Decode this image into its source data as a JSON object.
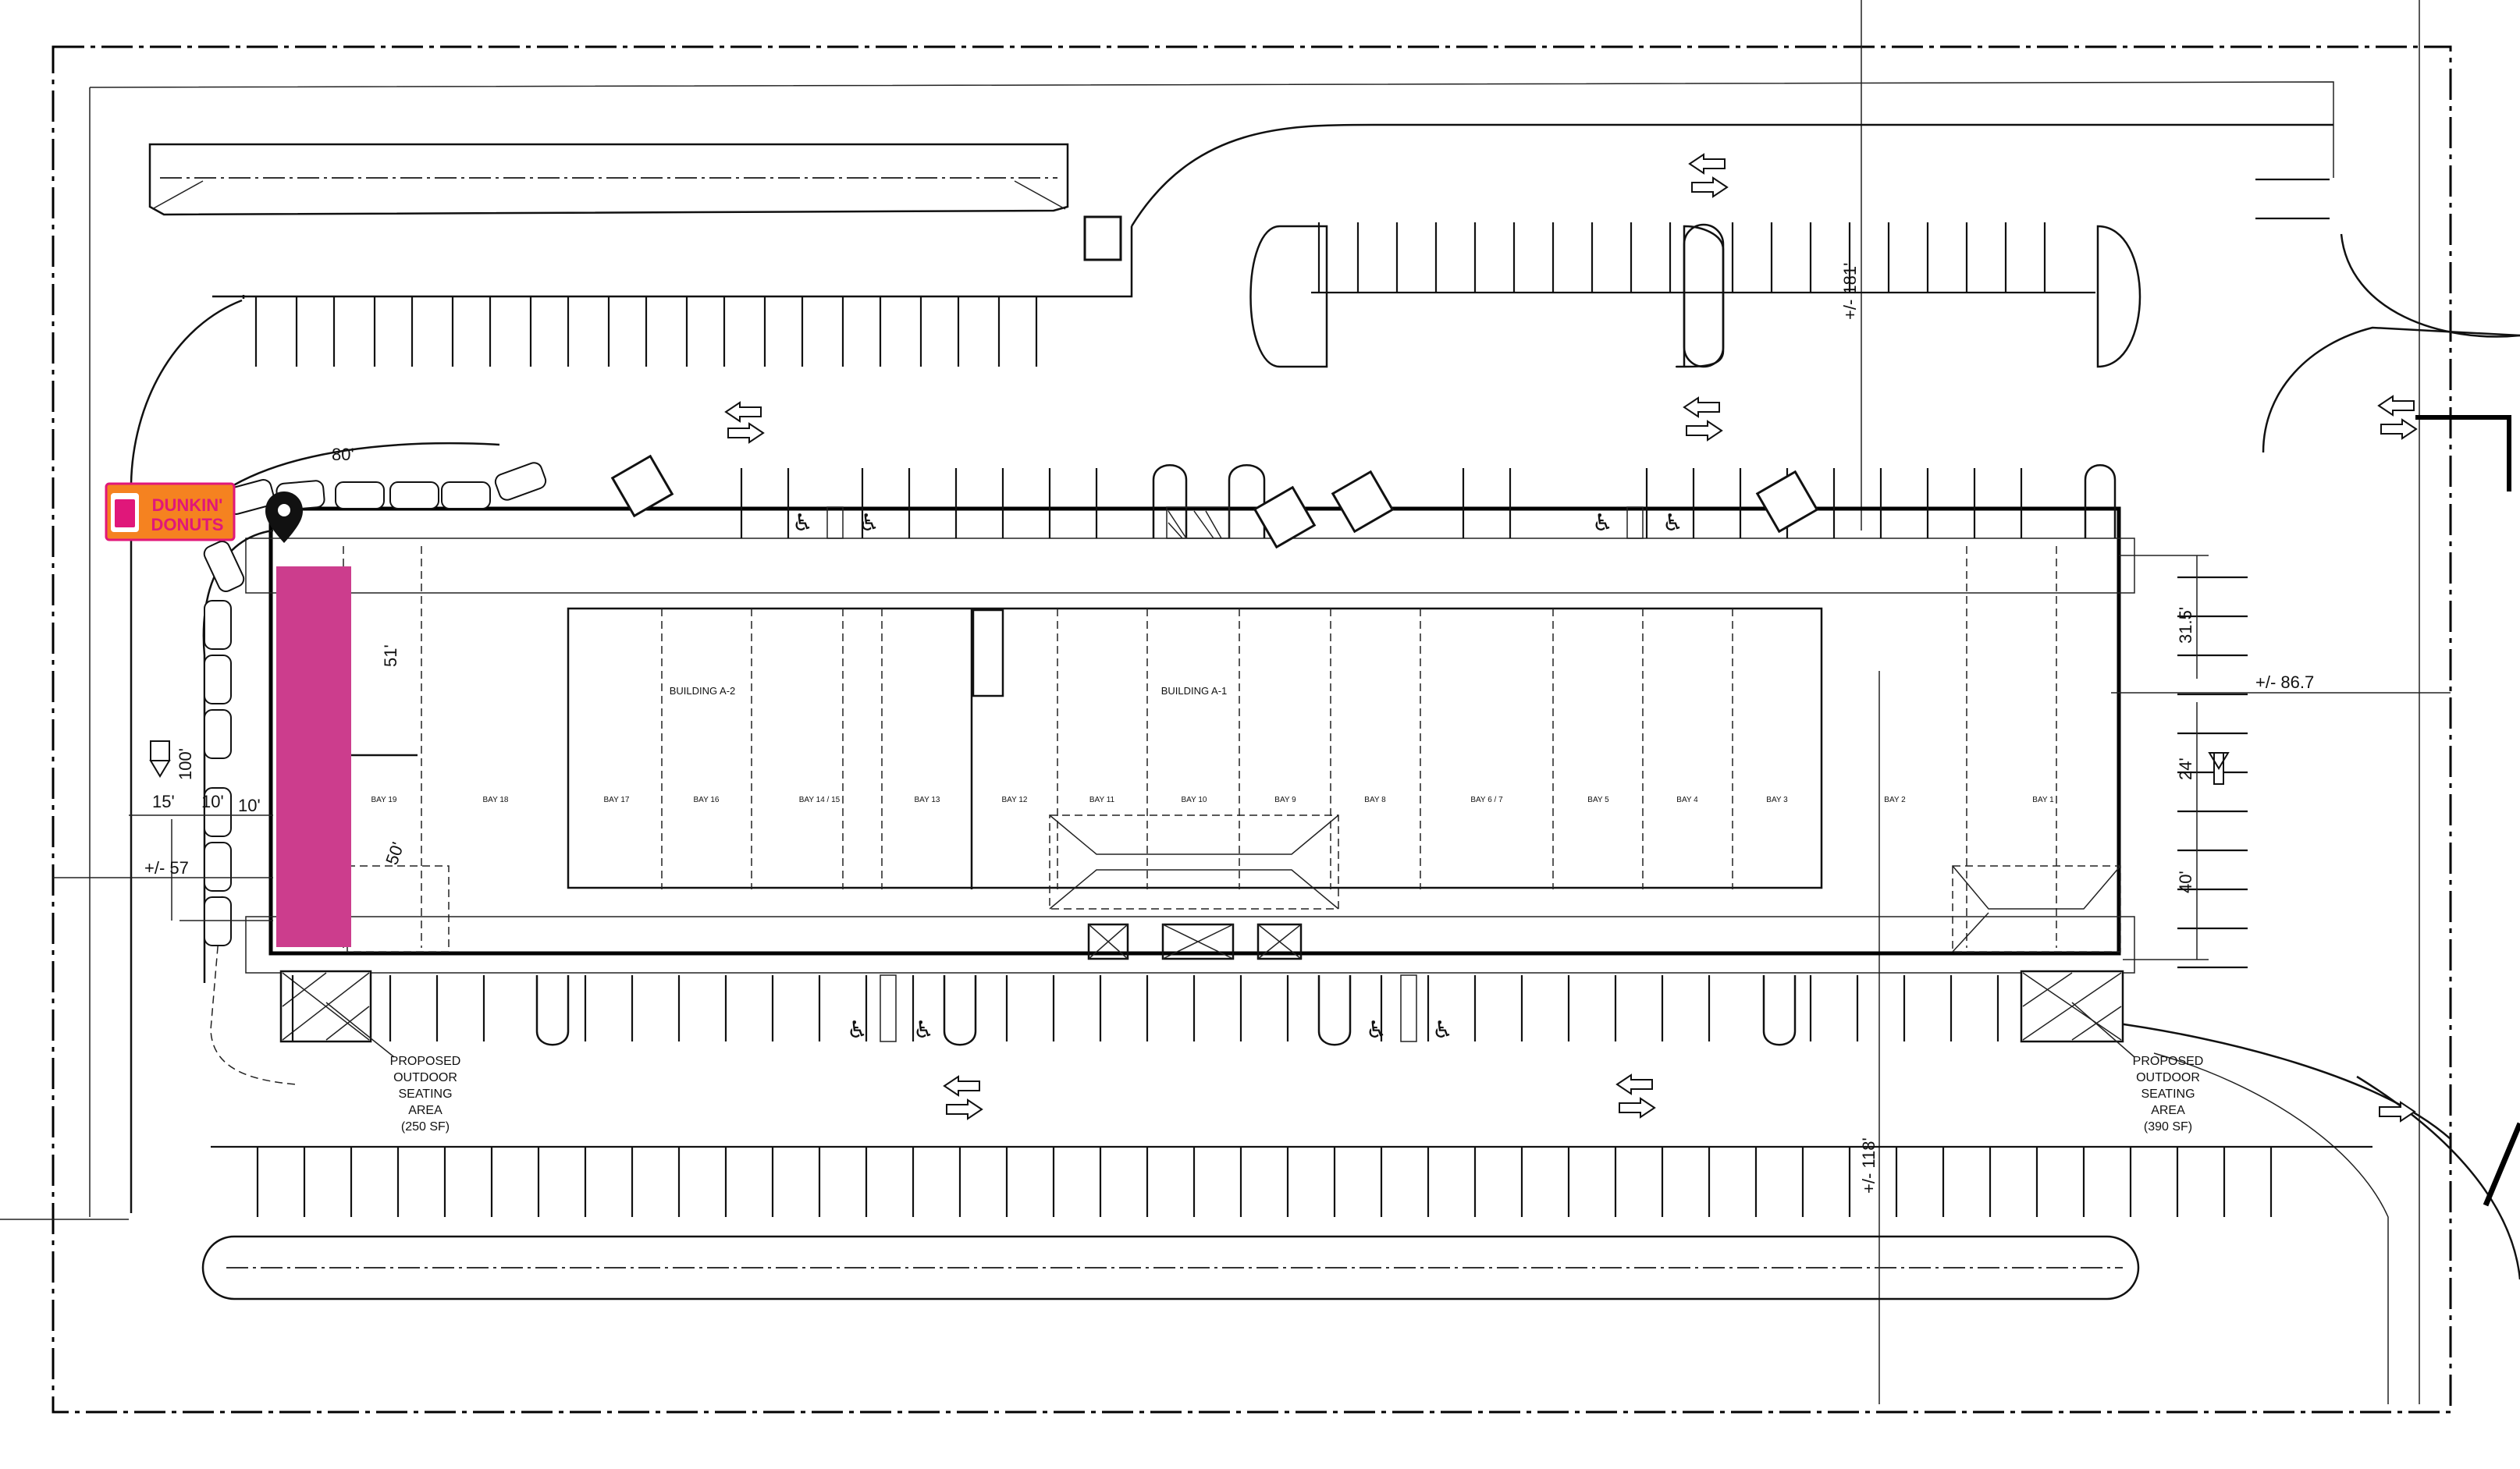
{
  "logo": {
    "line1": "DUNKIN'",
    "line2": "DONUTS",
    "bg": "#f58220",
    "text": "#e0177a"
  },
  "highlight_color": "#cc3d8d",
  "buildings": {
    "a2": "BUILDING A-2",
    "a1": "BUILDING A-1"
  },
  "bays": [
    "BAY 19",
    "BAY 18",
    "BAY 17",
    "BAY 16",
    "BAY 14 / 15",
    "BAY 13",
    "BAY 12",
    "BAY 11",
    "BAY 10",
    "BAY 9",
    "BAY 8",
    "BAY 6 / 7",
    "BAY 5",
    "BAY 4",
    "BAY 3",
    "BAY 2",
    "BAY 1"
  ],
  "dims": {
    "d80": "80'",
    "d51": "51'",
    "d100": "100'",
    "d15": "15'",
    "d10a": "10'",
    "d10b": "10'",
    "d50": "50'",
    "d57": "+/- 57",
    "d315": "31.5'",
    "d867": "+/- 86.7",
    "d24": "24'",
    "d40": "40'",
    "d181": "+/- 181'",
    "d118": "+/- 118'"
  },
  "seating_left": [
    "PROPOSED",
    "OUTDOOR",
    "SEATING",
    "AREA",
    "(250 SF)"
  ],
  "seating_right": [
    "PROPOSED",
    "OUTDOOR",
    "SEATING",
    "AREA",
    "(390 SF)"
  ]
}
